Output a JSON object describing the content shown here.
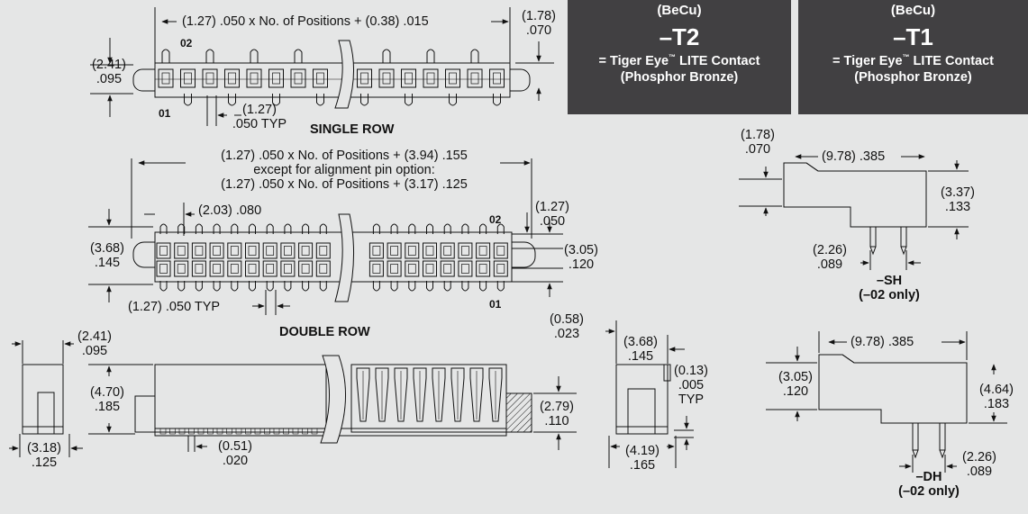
{
  "materials": {
    "t2": {
      "material_top": "(BeCu)",
      "code": "–T2",
      "desc_prefix": "= Tiger Eye",
      "tm": "™",
      "desc_suffix": " LITE Contact",
      "material": "(Phosphor Bronze)"
    },
    "t1": {
      "material_top": "(BeCu)",
      "code": "–T1",
      "desc_prefix": "= Tiger Eye",
      "tm": "™",
      "desc_suffix": " LITE Contact",
      "material": "(Phosphor Bronze)"
    }
  },
  "single_row": {
    "title": "SINGLE ROW",
    "length_formula": "(1.27) .050 x No. of Positions + (0.38) .015",
    "height_mm": "(1.78)",
    "height_in": ".070",
    "width_mm": "(2.41)",
    "width_in": ".095",
    "pitch_mm": "(1.27)",
    "pitch_in": ".050 TYP",
    "pin_label_02": "02",
    "pin_label_01": "01"
  },
  "double_row": {
    "title": "DOUBLE ROW",
    "formula_line1": "(1.27) .050 x No. of Positions + (3.94) .155",
    "formula_line2": "except for alignment pin option:",
    "formula_line3": "(1.27) .050 x No. of Positions + (3.17) .125",
    "offset": "(2.03) .080",
    "right_mm": "(1.27)",
    "right_in": ".050",
    "row_mm": "(3.05)",
    "row_in": ".120",
    "width_mm": "(3.68)",
    "width_in": ".145",
    "pitch": "(1.27) .050 TYP",
    "pin_label_02": "02",
    "pin_label_01": "01"
  },
  "side_view": {
    "top_mm": "(2.41)",
    "top_in": ".095",
    "height_mm": "(4.70)",
    "height_in": ".185",
    "base_mm": "(3.18)",
    "base_in": ".125",
    "gap_mm": "(0.51)",
    "gap_in": ".020",
    "depth_mm": "(2.79)",
    "depth_in": ".110"
  },
  "end_view": {
    "a_mm": "(0.58)",
    "a_in": ".023",
    "b_mm": "(3.68)",
    "b_in": ".145",
    "c_mm": "(0.13)",
    "c_in": ".005",
    "c_typ": "TYP",
    "d_mm": "(4.19)",
    "d_in": ".165"
  },
  "sh": {
    "label": "–SH",
    "note": "(–02 only)",
    "top_mm": "(1.78)",
    "top_in": ".070",
    "length": "(9.78) .385",
    "height_mm": "(3.37)",
    "height_in": ".133",
    "pin_mm": "(2.26)",
    "pin_in": ".089"
  },
  "dh": {
    "label": "–DH",
    "note": "(–02 only)",
    "length": "(9.78) .385",
    "height_mm": "(3.05)",
    "height_in": ".120",
    "right_mm": "(4.64)",
    "right_in": ".183",
    "pin_mm": "(2.26)",
    "pin_in": ".089"
  },
  "colors": {
    "panel": "#414042",
    "background": "#e5e6e6",
    "line": "#111111"
  }
}
